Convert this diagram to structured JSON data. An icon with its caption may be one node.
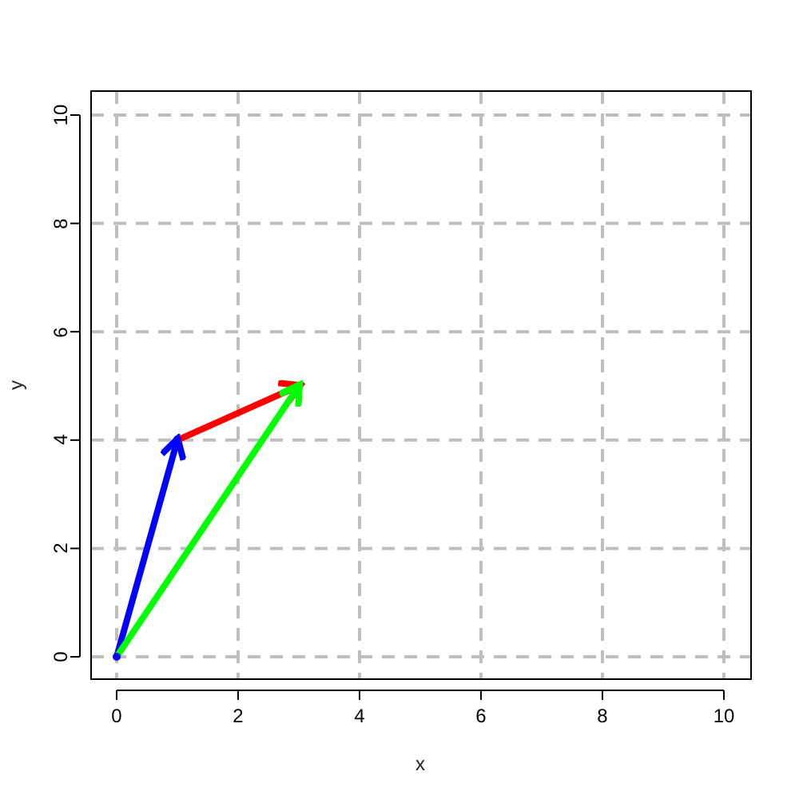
{
  "diagram": {
    "nodes": [
      {
        "text": [],
        "shape": "point"
      },
      {
        "text": [],
        "shape": "point"
      },
      {
        "text": [],
        "shape": "point"
      }
    ],
    "edges": [
      {
        "from": 0,
        "to": 1,
        "arrow": "to",
        "color": "#0000ff"
      },
      {
        "from": 1,
        "to": 2,
        "arrow": "to",
        "color": "#ff0000"
      },
      {
        "from": 0,
        "to": 2,
        "arrow": "to",
        "color": "#00ff00"
      }
    ],
    "labels": [
      "10",
      "8",
      "6",
      "4",
      "2",
      "0",
      "y",
      "0",
      "2",
      "4",
      "6",
      "8",
      "10",
      "x"
    ]
  }
}
